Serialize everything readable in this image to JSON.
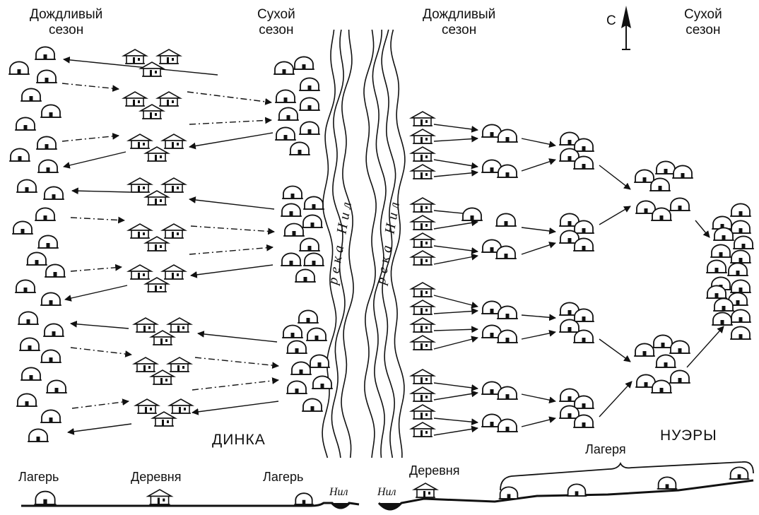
{
  "labels": {
    "rainy_season_left": [
      "Дождливый",
      "сезон"
    ],
    "dry_season_left": [
      "Сухой",
      "сезон"
    ],
    "rainy_season_right": [
      "Дождливый",
      "сезон"
    ],
    "dry_season_right": [
      "Сухой",
      "сезон"
    ],
    "north": "С",
    "river_left": "река Нил",
    "river_right": "река Нил",
    "dinka": "ДИНКА",
    "nuer": "НУЭРЫ"
  },
  "profile": {
    "camp_left": "Лагерь",
    "village_left": "Деревня",
    "camp_mid": "Лагерь",
    "nil_left": "Нил",
    "nil_right": "Нил",
    "village_right": "Деревня",
    "camps_right": "Лагеря"
  }
}
